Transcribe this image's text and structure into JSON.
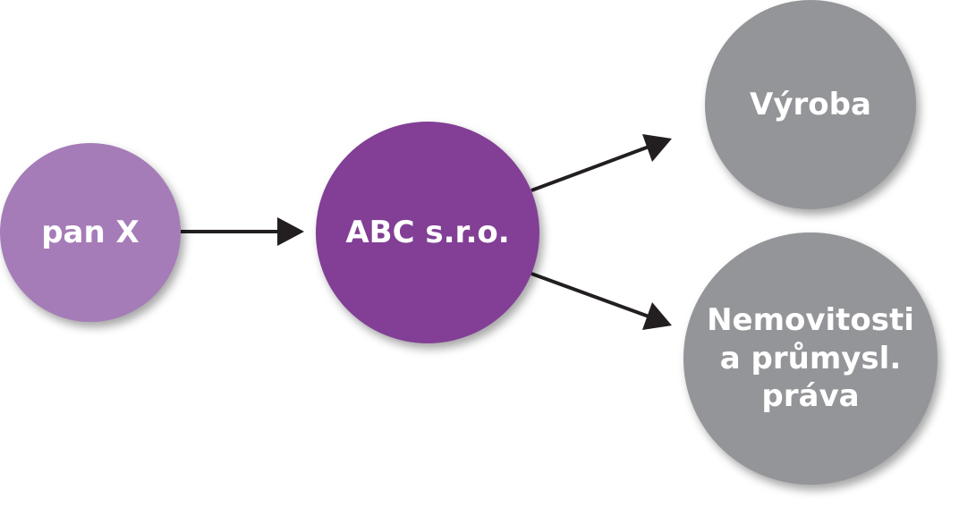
{
  "colors": {
    "pan_x": "#a57cb8",
    "abc": "#823f95",
    "vyroba": "#949598",
    "nemovitosti": "#949598",
    "arrow": "#231f20"
  },
  "nodes": {
    "pan_x": {
      "label": "pan X"
    },
    "abc": {
      "label": "ABC s.r.o."
    },
    "vyroba": {
      "label": "Výroba"
    },
    "nemovitosti": {
      "lines": [
        "Nemovitosti",
        "a průmysl.",
        "práva"
      ]
    }
  },
  "edges": [
    {
      "from": "pan X",
      "to": "ABC s.r.o."
    },
    {
      "from": "ABC s.r.o.",
      "to": "Výroba"
    },
    {
      "from": "ABC s.r.o.",
      "to": "Nemovitosti a průmysl. práva"
    }
  ]
}
